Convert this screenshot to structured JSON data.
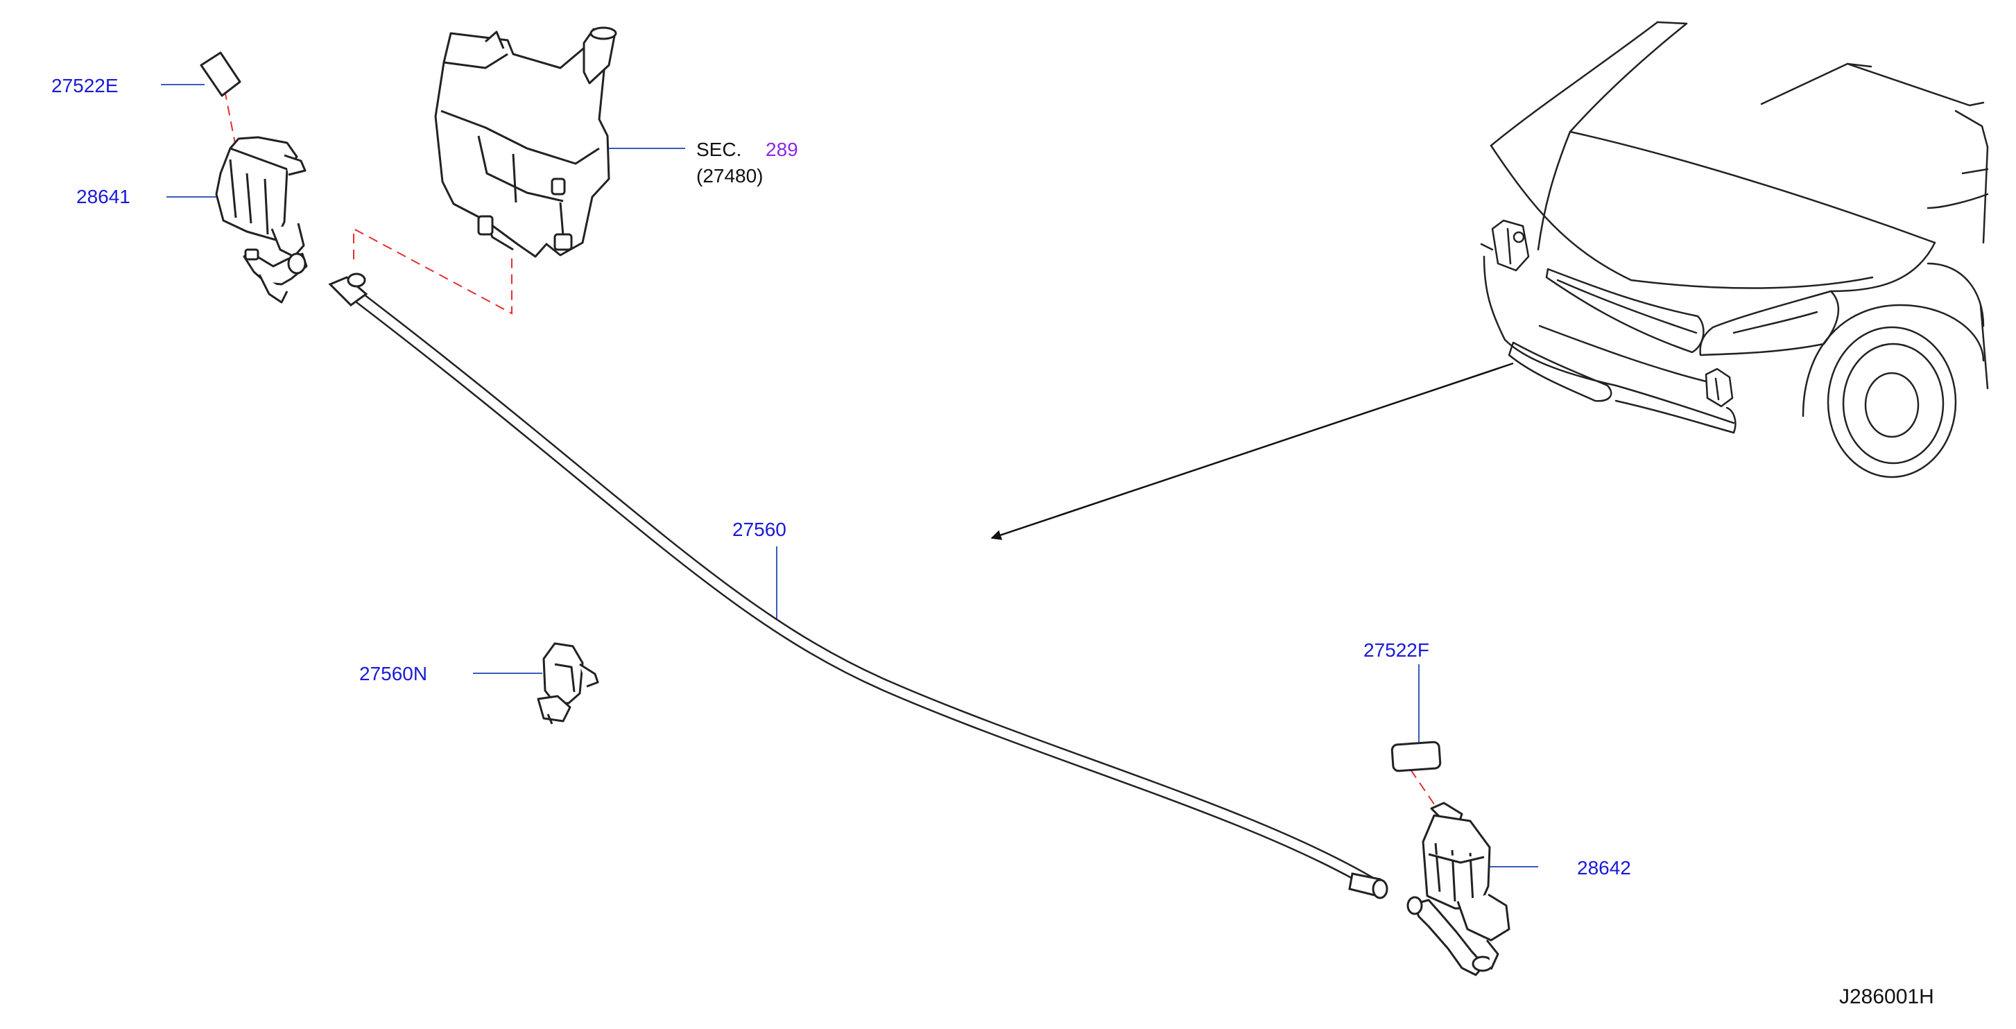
{
  "labels": {
    "p27522E": "27522E",
    "p28641": "28641",
    "sec_prefix": "SEC.",
    "sec_number": "289",
    "sec_sub": "(27480)",
    "p27560": "27560",
    "p27560N": "27560N",
    "p27522F": "27522F",
    "p28642": "28642",
    "drawing_id": "J286001H"
  },
  "colors": {
    "part_number": "#1a1ad6",
    "section_ref": "#8a2be2",
    "leader": "#3a5bb8",
    "dash": "#e03030",
    "ink": "#222222"
  }
}
